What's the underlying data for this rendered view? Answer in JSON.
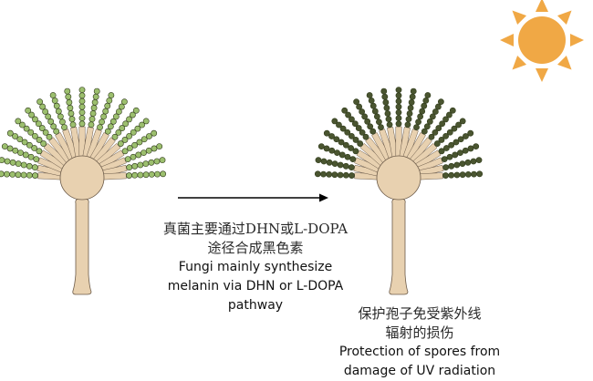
{
  "colors": {
    "stalk_fill": "#e8d1b0",
    "stalk_stroke": "#6b5a48",
    "spore_before": "#9cbf6e",
    "spore_after": "#4a5530",
    "spore_stroke": "#2f3a1a",
    "sun": "#f0a845",
    "arrow": "#000000"
  },
  "icons": {
    "sun": "sun-icon",
    "arrow": "right-arrow-icon",
    "fungus_before": "conidiophore-unpigmented-icon",
    "fungus_after": "conidiophore-melanized-icon"
  },
  "process": {
    "text_cn_1": "真菌主要通过DHN或L-DOPA",
    "text_cn_2": "途径合成黑色素",
    "text_en_1": "Fungi mainly synthesize",
    "text_en_2": "melanin via DHN or L-DOPA",
    "text_en_3": "pathway"
  },
  "outcome": {
    "text_cn_1": "保护孢子免受紫外线",
    "text_cn_2": "辐射的损伤",
    "text_en_1": "Protection of spores from",
    "text_en_2": "damage of UV radiation"
  }
}
